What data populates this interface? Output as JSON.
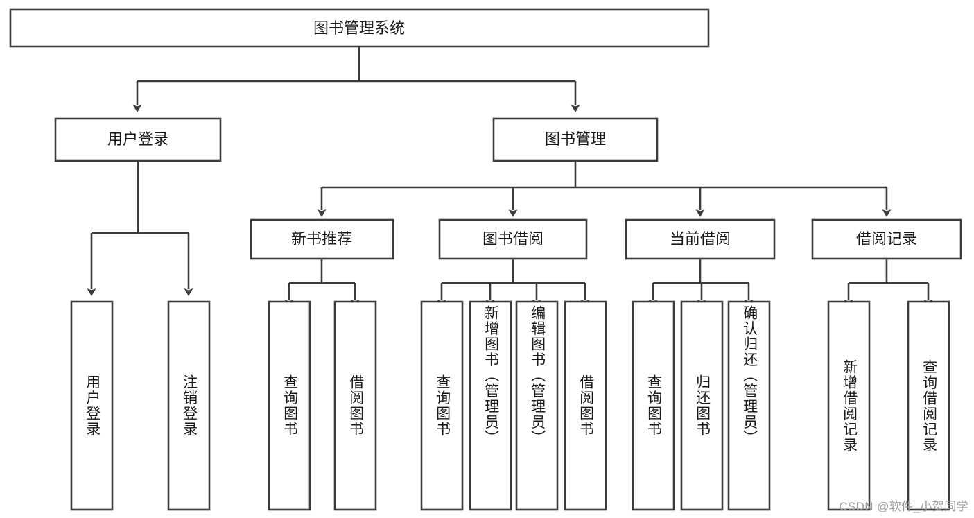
{
  "diagram": {
    "type": "tree-hierarchy",
    "title_node": {
      "label": "图书管理系统"
    },
    "level2": [
      {
        "id": "user-login",
        "label": "用户登录"
      },
      {
        "id": "book-management",
        "label": "图书管理"
      }
    ],
    "level3": [
      {
        "id": "new-book-recommend",
        "label": "新书推荐"
      },
      {
        "id": "book-borrow",
        "label": "图书借阅"
      },
      {
        "id": "current-borrow",
        "label": "当前借阅"
      },
      {
        "id": "borrow-record",
        "label": "借阅记录"
      }
    ],
    "leaves": {
      "user_login": [
        {
          "id": "leaf-user-login",
          "label": "用户登录"
        },
        {
          "id": "leaf-logout",
          "label": "注销登录"
        }
      ],
      "new_book_recommend": [
        {
          "id": "leaf-query-book-1",
          "label": "查询图书"
        },
        {
          "id": "leaf-borrow-book-1",
          "label": "借阅图书"
        }
      ],
      "book_borrow": [
        {
          "id": "leaf-query-book-2",
          "label": "查询图书"
        },
        {
          "id": "leaf-add-book",
          "label": "新增图书（管理员）"
        },
        {
          "id": "leaf-edit-book",
          "label": "编辑图书（管理员）"
        },
        {
          "id": "leaf-borrow-book-2",
          "label": "借阅图书"
        }
      ],
      "current_borrow": [
        {
          "id": "leaf-query-book-3",
          "label": "查询图书"
        },
        {
          "id": "leaf-return-book",
          "label": "归还图书"
        },
        {
          "id": "leaf-confirm-return",
          "label": "确认归还（管理员）"
        }
      ],
      "borrow_record": [
        {
          "id": "leaf-add-record",
          "label": "新增借阅记录"
        },
        {
          "id": "leaf-query-record",
          "label": "查询借阅记录"
        }
      ]
    }
  },
  "watermark": {
    "text": "CSDN @软件_小贺同学"
  },
  "colors": {
    "box_stroke": "#3b3b3b",
    "box_fill": "#ffffff",
    "text": "#1a1a1a",
    "watermark": "#9d9d9d",
    "background": "#ffffff"
  }
}
